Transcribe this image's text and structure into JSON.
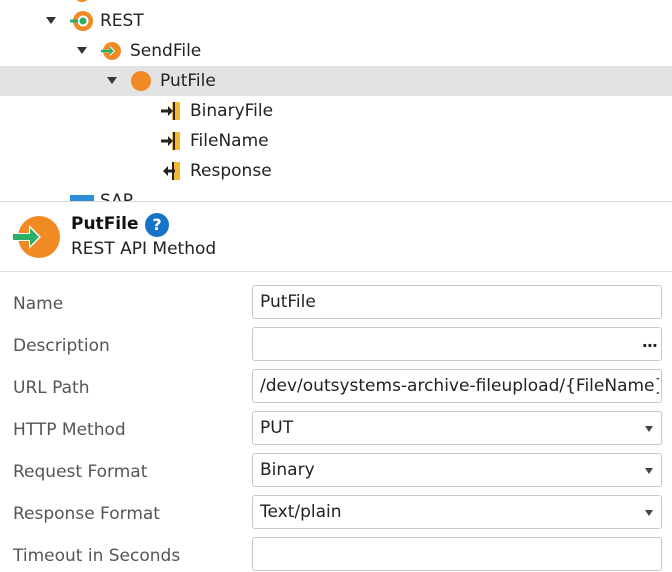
{
  "tree": {
    "items": [
      {
        "label": "REST",
        "icon": "rest-integration-icon"
      },
      {
        "label": "SendFile",
        "icon": "rest-api-icon"
      },
      {
        "label": "PutFile",
        "icon": "rest-method-icon"
      },
      {
        "label": "BinaryFile",
        "icon": "input-parameter-icon"
      },
      {
        "label": "FileName",
        "icon": "input-parameter-icon"
      },
      {
        "label": "Response",
        "icon": "output-parameter-icon"
      }
    ],
    "partial_next_label": "SAP"
  },
  "header": {
    "title": "PutFile",
    "help_glyph": "?",
    "subtitle": "REST API Method"
  },
  "properties": {
    "name": {
      "label": "Name",
      "value": "PutFile"
    },
    "description": {
      "label": "Description",
      "value": "",
      "ellipsis": "..."
    },
    "url_path": {
      "label": "URL Path",
      "value": "/dev/outsystems-archive-fileupload/{FileName}"
    },
    "http_method": {
      "label": "HTTP Method",
      "value": "PUT"
    },
    "request_format": {
      "label": "Request Format",
      "value": "Binary"
    },
    "response_format": {
      "label": "Response Format",
      "value": "Text/plain"
    },
    "timeout": {
      "label": "Timeout in Seconds",
      "value": ""
    }
  },
  "colors": {
    "orange": "#f08a24",
    "green": "#2bae66",
    "selection": "#e3e3e3",
    "help_blue": "#1673c8",
    "param_yellow": "#f5b82e"
  }
}
